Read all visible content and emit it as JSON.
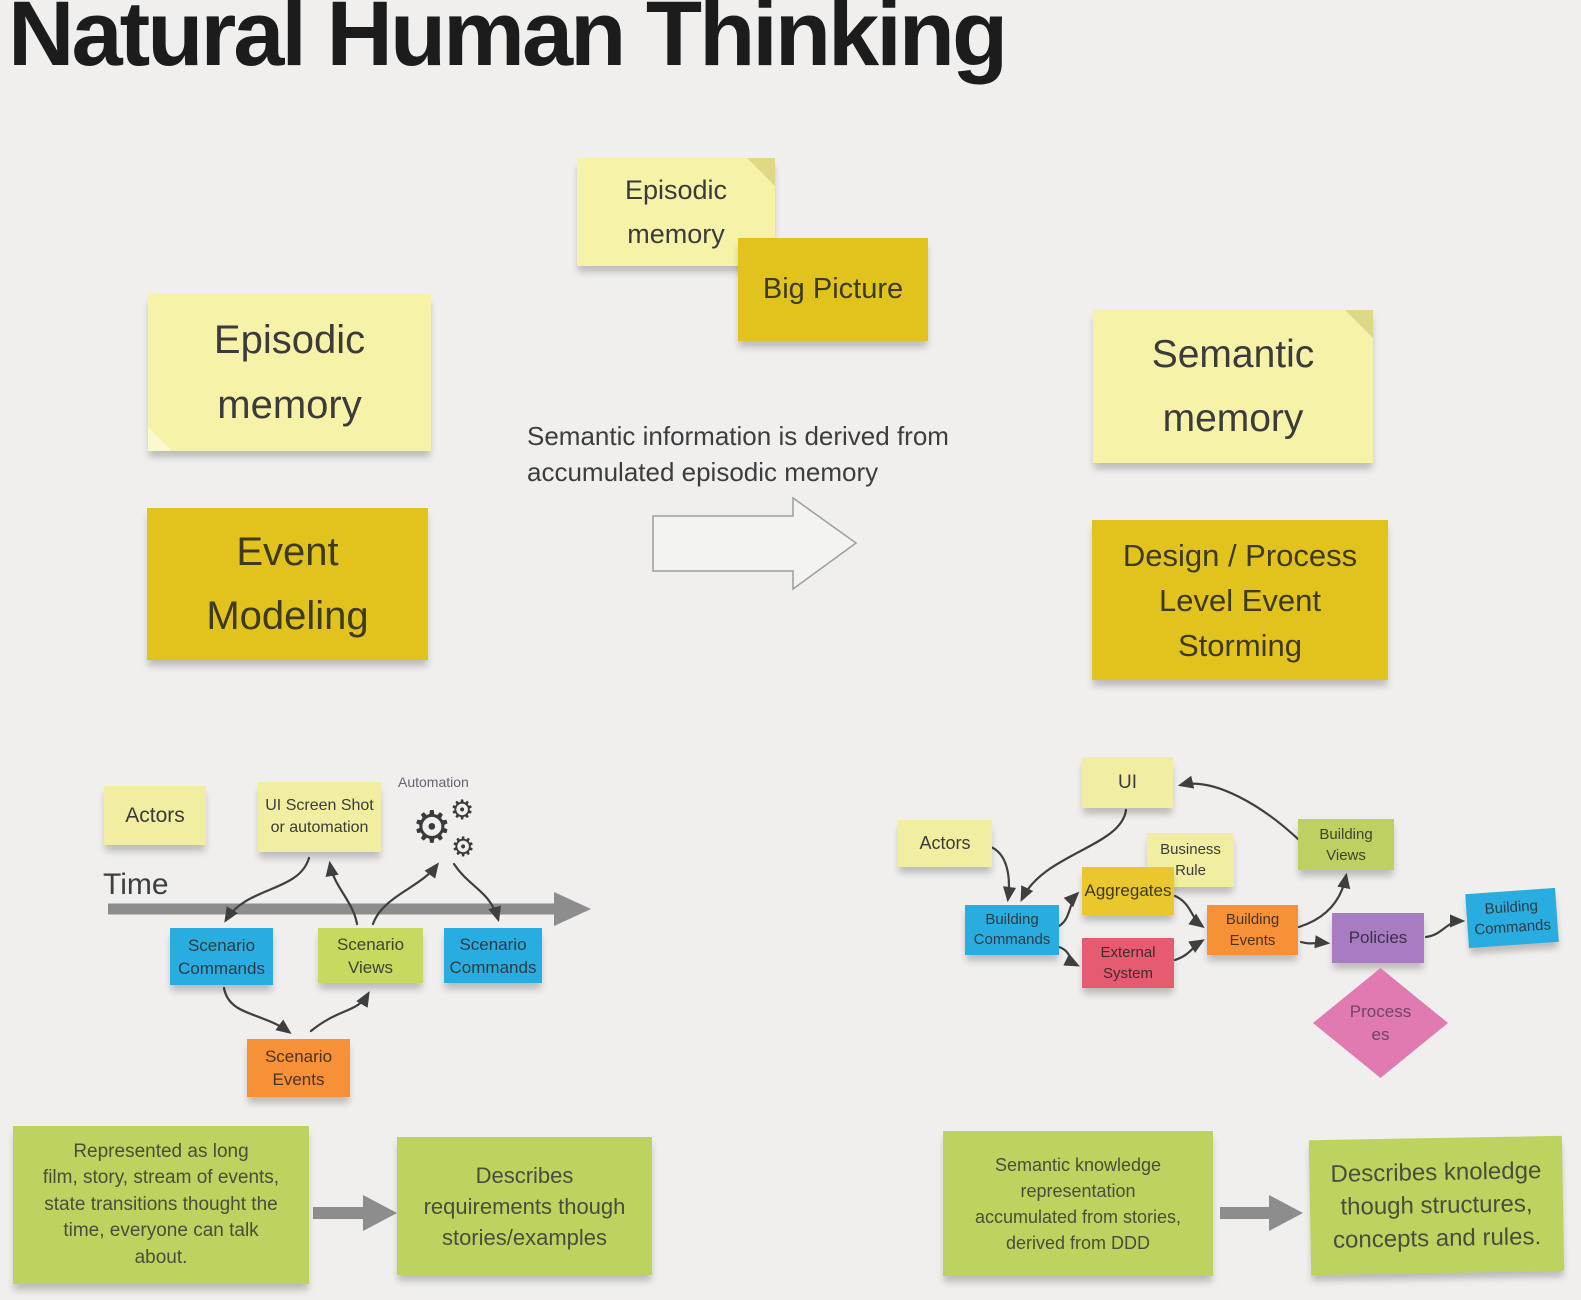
{
  "palette": {
    "background": "#f0efed",
    "light_yellow": "#f6f2a8",
    "gold": "#e2c31e",
    "blue": "#29ade0",
    "yellow_green": "#c7d95e",
    "summary_green": "#bcd45f",
    "orange": "#f79138",
    "red": "#e65b6f",
    "purple": "#a77cc1",
    "pink": "#e07ab0",
    "text_dark": "#3b3b3b",
    "connector_dark": "#3f3f3f",
    "arrow_gray": "#8d8d8d"
  },
  "header": {
    "title": "Natural Human Thinking"
  },
  "memory_row": {
    "episodic_note": "Episodic\nmemory",
    "big_picture_note": "Big Picture",
    "episodic_left": "Episodic\nmemory",
    "event_modeling": "Event\nModeling",
    "derivation_caption": "Semantic information is derived from\naccumulated episodic memory",
    "semantic_right": "Semantic\nmemory",
    "design_storming": "Design / Process\nLevel Event\nStorming"
  },
  "event_modeling_diagram": {
    "actors": "Actors",
    "ui_screen_shot": "UI Screen Shot\nor automation",
    "automation_label": "Automation",
    "gear_icon": "⚙",
    "time_label": "Time",
    "scenario_commands_1": "Scenario\nCommands",
    "scenario_views": "Scenario\nViews",
    "scenario_commands_2": "Scenario\nCommands",
    "scenario_events": "Scenario\nEvents"
  },
  "event_storming_diagram": {
    "ui": "UI",
    "actors": "Actors",
    "business_rule": "Business\nRule",
    "aggregates": "Aggregates",
    "building_views": "Building\nViews",
    "building_commands_left": "Building\nCommands",
    "external_system": "External\nSystem",
    "building_events": "Building\nEvents",
    "policies": "Policies",
    "building_commands_right": "Building\nCommands",
    "processes": "Process\nes"
  },
  "summary_row": {
    "episodic_description": "Represented as long\nfilm, story, stream of events,\nstate transitions thought the\ntime, everyone can talk\nabout.",
    "episodic_outcome": "Describes\nrequirements though\nstories/examples",
    "semantic_description": "Semantic knowledge\nrepresentation\naccumulated from stories,\nderived from DDD",
    "semantic_outcome": "Describes knoledge\nthough structures,\nconcepts and rules."
  }
}
